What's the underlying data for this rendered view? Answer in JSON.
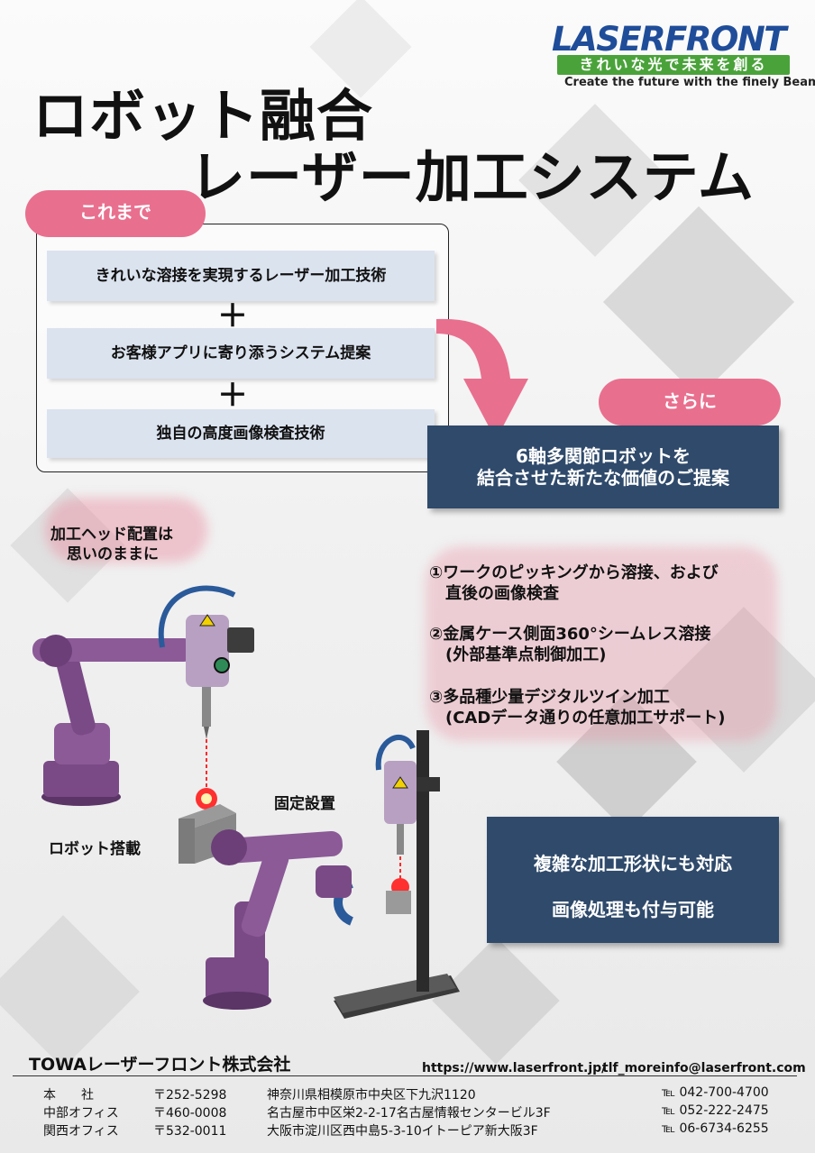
{
  "logo": {
    "wordmark": "LASERFRONT",
    "tagline_jp": "きれいな光で未来を創る",
    "tagline_en": "Create the future with the finely Beam",
    "brand_color": "#1f4d99",
    "tag_color": "#4aa33a"
  },
  "title": {
    "line1": "ロボット融合",
    "line2": "レーザー加工システム"
  },
  "before": {
    "pill": "これまで",
    "items": [
      "きれいな溶接を実現するレーザー加工技術",
      "お客様アプリに寄り添うシステム提案",
      "独自の高度画像検査技術"
    ],
    "plus": "＋"
  },
  "further": {
    "pill": "さらに",
    "banner_line1": "6軸多関節ロボットを",
    "banner_line2": "結合させた新たな価値のご提案"
  },
  "features": [
    {
      "line1": "①ワークのピッキングから溶接、および",
      "line2": "　直後の画像検査"
    },
    {
      "line1": "②金属ケース側面360°シームレス溶接",
      "line2": "　(外部基準点制御加工)"
    },
    {
      "line1": "③多品種少量デジタルツイン加工",
      "line2": "　(CADデータ通りの任意加工サポート)"
    }
  ],
  "captions": {
    "head_placement_1": "加工ヘッド配置は",
    "head_placement_2": "思いのままに",
    "robot_mounted": "ロボット搭載",
    "fixed": "固定設置"
  },
  "callout": {
    "line1": "複雑な加工形状にも対応",
    "line2": "画像処理も付与可能"
  },
  "footer": {
    "company": "TOWAレーザーフロント株式会社",
    "url": "https://www.laserfront.jp/",
    "email": "tlf_moreinfo@laserfront.com",
    "offices": [
      {
        "name": "本　　社",
        "zip": "〒252-5298",
        "address": "神奈川県相模原市中央区下九沢1120",
        "tel": "℡ 042-700-4700"
      },
      {
        "name": "中部オフィス",
        "zip": "〒460-0008",
        "address": "名古屋市中区栄2-2-17名古屋情報センタービル3F",
        "tel": "℡ 052-222-2475"
      },
      {
        "name": "関西オフィス",
        "zip": "〒532-0011",
        "address": "大阪市淀川区西中島5-3-10イトーピア新大阪3F",
        "tel": "℡ 06-6734-6255"
      }
    ]
  },
  "colors": {
    "pink": "#e96f8e",
    "navy": "#2f4a6b",
    "strip": "#dbe3ef",
    "robot": "#7a4a86"
  }
}
